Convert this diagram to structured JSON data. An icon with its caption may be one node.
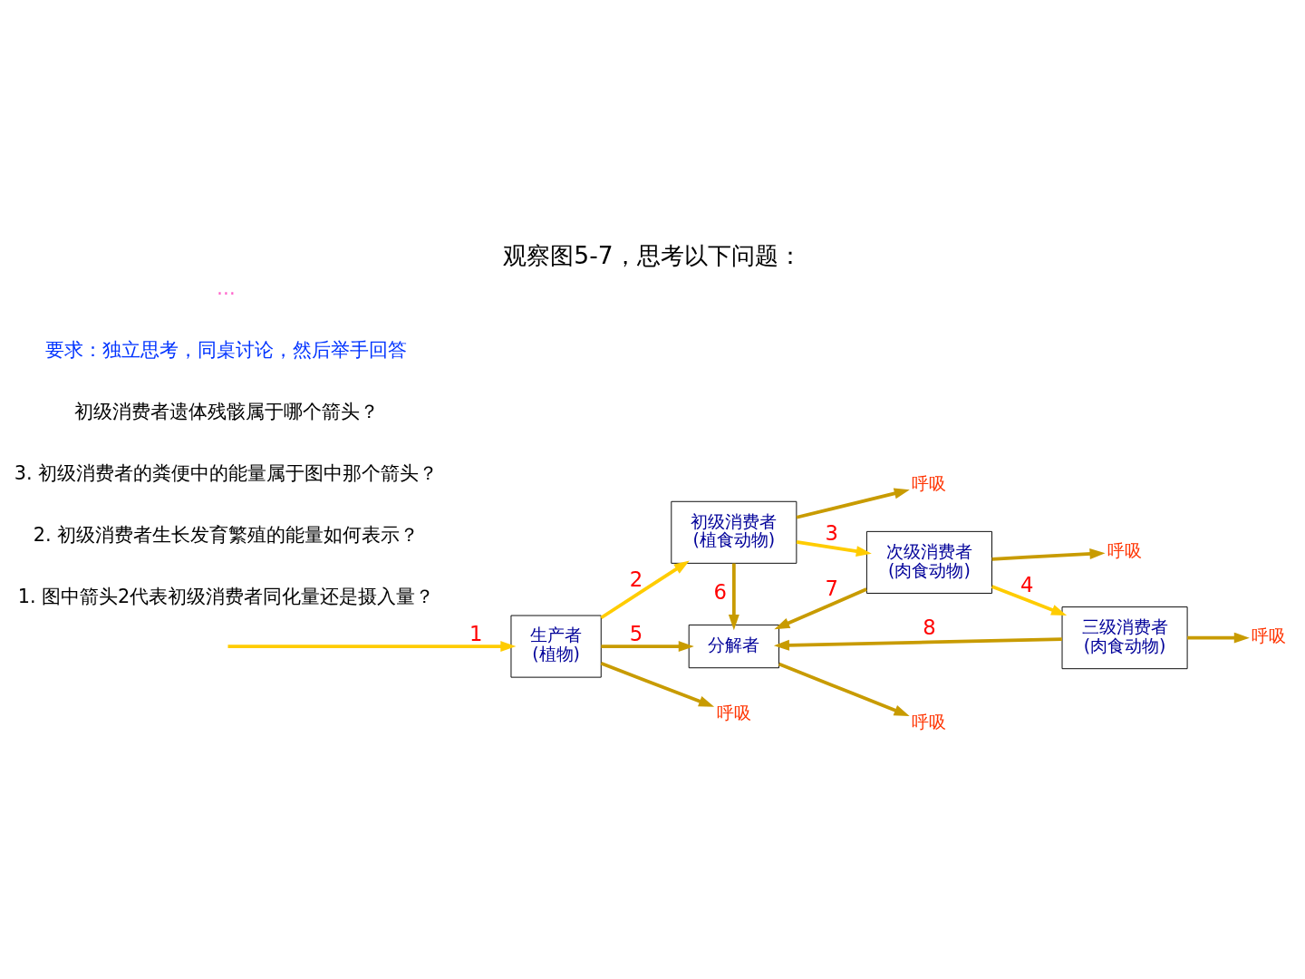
{
  "diagram": {
    "title": "观察图5-7，思考以下问题：",
    "nodes": [
      {
        "text": [
          "生产者",
          "(植物)"
        ]
      },
      {
        "text": [
          "初级消费者",
          "(植食动物)"
        ]
      },
      {
        "text": [
          "次级消费者",
          "(肉食动物)"
        ]
      },
      {
        "text": [
          "三级消费者",
          "(肉食动物)"
        ]
      },
      {
        "text": [
          "分解者"
        ]
      },
      {
        "text": [
          "呼吸"
        ]
      },
      {
        "text": [
          "呼吸"
        ]
      },
      {
        "text": [
          "呼吸"
        ]
      },
      {
        "text": [
          "呼吸"
        ]
      },
      {
        "text": [
          "呼吸"
        ]
      }
    ],
    "edges": [
      {
        "from": null,
        "to": 0,
        "arrow": "to",
        "label": "1",
        "color": "#ffcc00"
      },
      {
        "from": 0,
        "to": 1,
        "arrow": "to",
        "label": "2",
        "color": "#ffcc00"
      },
      {
        "from": 1,
        "to": 2,
        "arrow": "to",
        "label": "3",
        "color": "#ffcc00"
      },
      {
        "from": 2,
        "to": 3,
        "arrow": "to",
        "label": "4",
        "color": "#ffcc00"
      },
      {
        "from": 0,
        "to": 4,
        "arrow": "to",
        "label": "5"
      },
      {
        "from": 1,
        "to": 4,
        "arrow": "to",
        "label": "6"
      },
      {
        "from": 2,
        "to": 4,
        "arrow": "to",
        "label": "7"
      },
      {
        "from": 3,
        "to": 4,
        "arrow": "to",
        "label": "8"
      },
      {
        "from": 0,
        "to": 5,
        "arrow": "to"
      },
      {
        "from": 1,
        "to": 6,
        "arrow": "to"
      },
      {
        "from": 2,
        "to": 7,
        "arrow": "to"
      },
      {
        "from": 3,
        "to": 8,
        "arrow": "to"
      },
      {
        "from": 4,
        "to": 9,
        "arrow": "to"
      }
    ],
    "labels": [
      "1. 图中箭头2代表初级消费者同化量还是摄入量？",
      "2. 初级消费者生长发育繁殖的能量如何表示？",
      "3. 初级消费者的粪便中的能量属于图中那个箭头？",
      "初级消费者遗体残骸属于哪个箭头？",
      "要求：独立思考，同桌讨论，然后举手回答",
      "…"
    ]
  }
}
